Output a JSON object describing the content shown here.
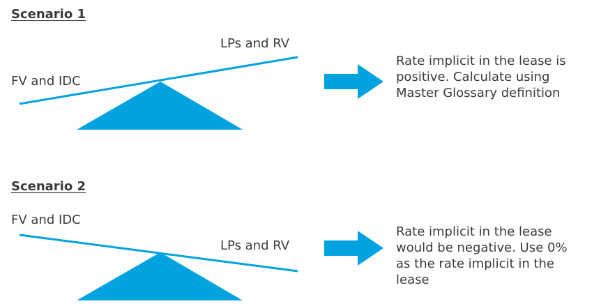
{
  "colors": {
    "accent": "#00A3E0",
    "text": "#3A3A3A"
  },
  "scenarios": [
    {
      "title": "Scenario 1",
      "left_label": "FV and IDC",
      "right_label": "LPs and RV",
      "result_lines": [
        "Rate implicit in the lease is",
        "positive. Calculate using",
        "Master Glossary definition"
      ]
    },
    {
      "title": "Scenario 2",
      "left_label": "FV and IDC",
      "right_label": "LPs and RV",
      "result_lines": [
        "Rate implicit in the lease",
        "would be negative. Use 0%",
        "as the rate implicit in the",
        "lease"
      ]
    }
  ]
}
